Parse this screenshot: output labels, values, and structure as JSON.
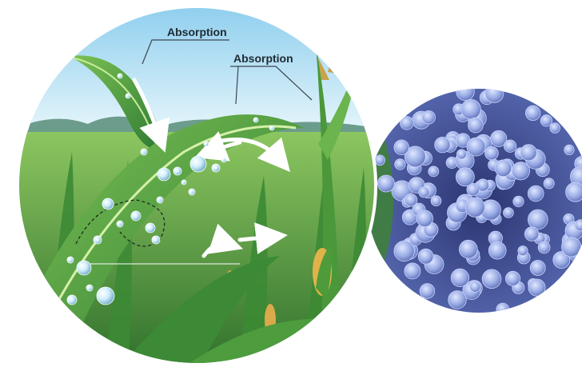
{
  "labels": {
    "absorption_top": "Absorption",
    "absorption_right": "Absorption"
  },
  "colors": {
    "sky": "#bfe6f7",
    "field": "#4f9a3a",
    "leaf": "#3f8a37",
    "leaf_light": "#8bcf63",
    "droplet": "#d9f1ff",
    "micro_bg": "#3a4a8f",
    "micro_bead": "#8ea2e0",
    "arrow": "#ffffff"
  },
  "icons": {
    "arrows": "curved-white-arrows",
    "droplets": "water-droplets",
    "microscopy": "particle-beads"
  }
}
